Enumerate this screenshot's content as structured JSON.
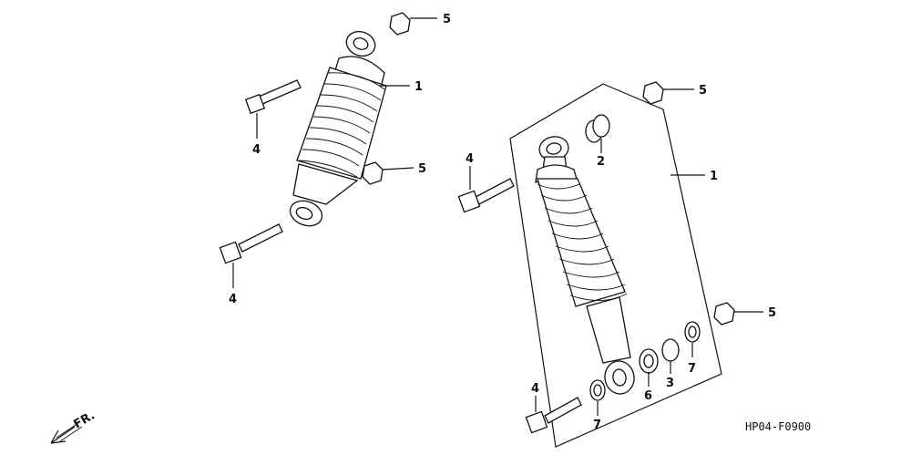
{
  "diagram": {
    "labels": {
      "l1a": "1",
      "l1b": "1",
      "l2": "2",
      "l3": "3",
      "l4a": "4",
      "l4b": "4",
      "l4c": "4",
      "l4d": "4",
      "l5a": "5",
      "l5b": "5",
      "l5c": "5",
      "l5d": "5",
      "l6": "6",
      "l7a": "7",
      "l7b": "7"
    },
    "front_label": "FR.",
    "figure_code": "HP04-F0900"
  }
}
